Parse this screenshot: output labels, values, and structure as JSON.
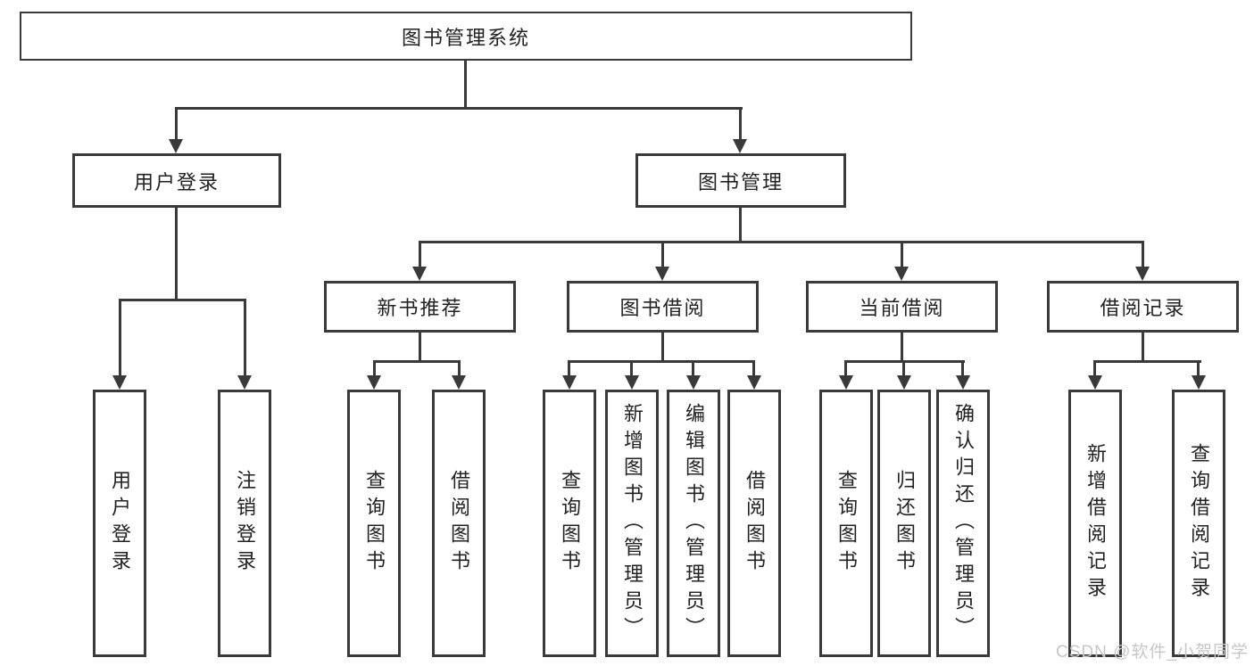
{
  "diagram": {
    "type": "tree",
    "root": {
      "label": "图书管理系统"
    },
    "branches": [
      {
        "label": "用户登录",
        "children": [
          {
            "label": "用户登录"
          },
          {
            "label": "注销登录"
          }
        ]
      },
      {
        "label": "图书管理",
        "children": [
          {
            "label": "新书推荐",
            "children": [
              {
                "label": "查询图书"
              },
              {
                "label": "借阅图书"
              }
            ]
          },
          {
            "label": "图书借阅",
            "children": [
              {
                "label": "查询图书"
              },
              {
                "label": "新增图书（管理员）"
              },
              {
                "label": "编辑图书（管理员）"
              },
              {
                "label": "借阅图书"
              }
            ]
          },
          {
            "label": "当前借阅",
            "children": [
              {
                "label": "查询图书"
              },
              {
                "label": "归还图书"
              },
              {
                "label": "确认归还（管理员）"
              }
            ]
          },
          {
            "label": "借阅记录",
            "children": [
              {
                "label": "新增借阅记录"
              },
              {
                "label": "查询借阅记录"
              }
            ]
          }
        ]
      }
    ],
    "watermark": "CSDN @软件_小贺同学",
    "colors": {
      "line": "#3a3a3a",
      "border": "#3a3a3a",
      "text": "#222222",
      "watermark": "#c7c7c7",
      "background": "#ffffff"
    }
  }
}
